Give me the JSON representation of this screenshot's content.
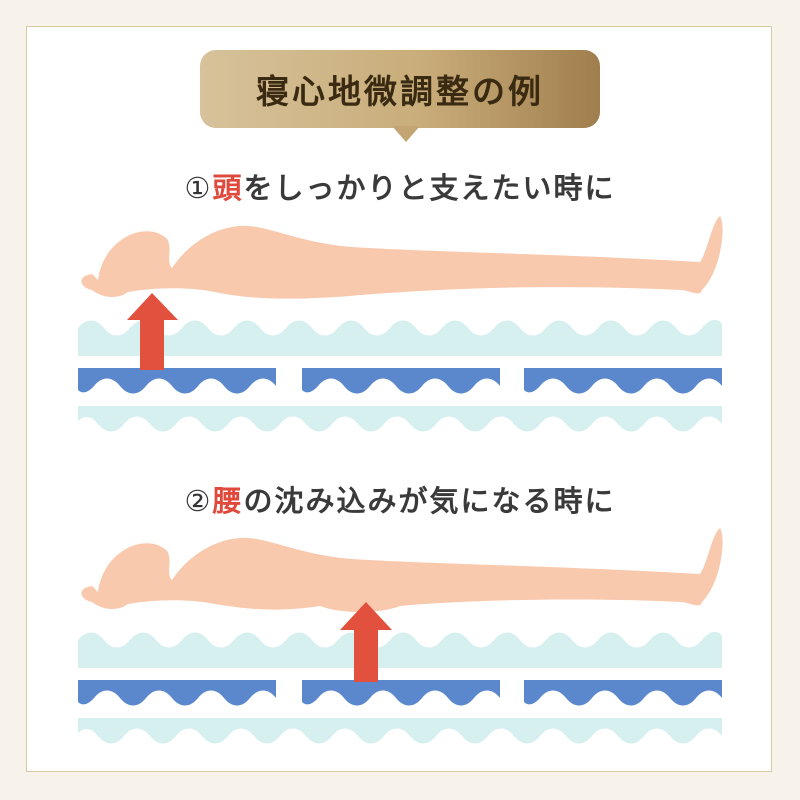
{
  "title": "寝心地微調整の例",
  "colors": {
    "highlight": "#e04a3c",
    "body": "#f9c9ae",
    "mattress_light": "#d6efef",
    "mattress_dark": "#5b88cd",
    "arrow": "#e2513e"
  },
  "examples": [
    {
      "number": "①",
      "highlight": "頭",
      "rest": "をしっかりと支えたい時に",
      "arrow_target": "head"
    },
    {
      "number": "②",
      "highlight": "腰",
      "rest": "の沈み込みが気になる時に",
      "arrow_target": "waist"
    }
  ]
}
